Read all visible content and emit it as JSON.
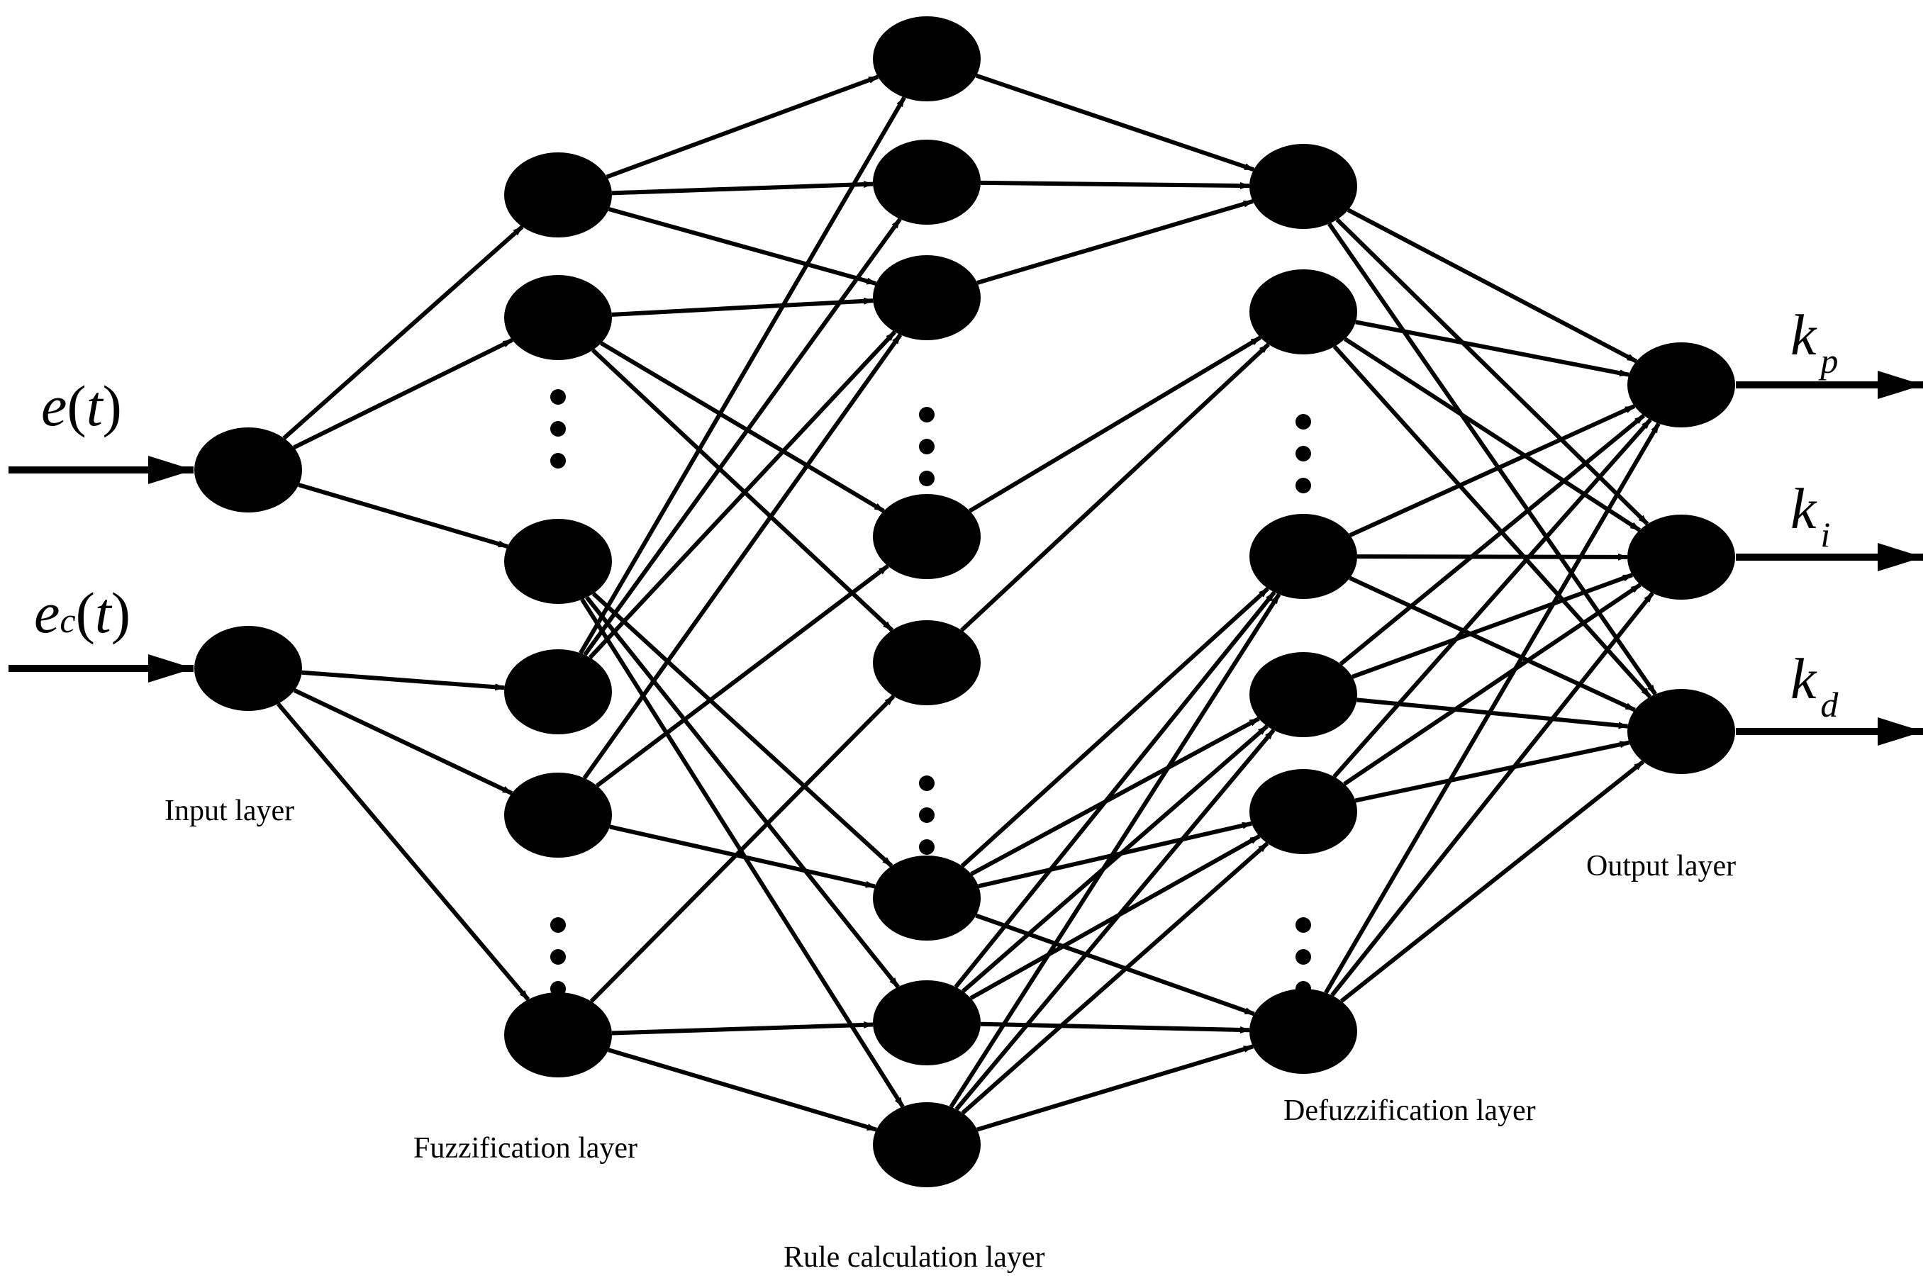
{
  "diagram": {
    "title": "",
    "layer_labels": {
      "input": "Input layer",
      "fuzzification": "Fuzzification layer",
      "rule": "Rule calculation layer",
      "defuzzification": "Defuzzification layer",
      "output": "Output layer"
    },
    "inputs": [
      {
        "base": "e",
        "sub": "",
        "arg": "t"
      },
      {
        "base": "e",
        "sub": "c",
        "arg": "t"
      }
    ],
    "outputs": [
      {
        "base": "k",
        "sub": "p"
      },
      {
        "base": "k",
        "sub": "i"
      },
      {
        "base": "k",
        "sub": "d"
      }
    ],
    "colors": {
      "node": "#000000",
      "edge": "#000000",
      "background": "#ffffff"
    }
  }
}
